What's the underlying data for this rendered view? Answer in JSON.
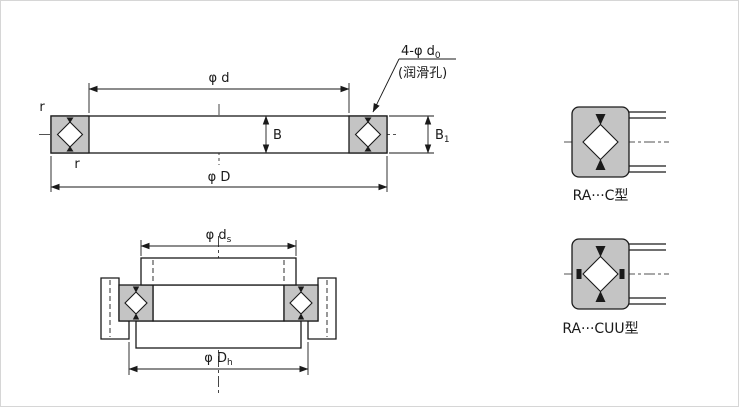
{
  "drawing": {
    "top_view": {
      "dim_inner": "φ d",
      "dim_outer": "φ D",
      "dim_width": "B",
      "dim_width2_main": "B",
      "dim_width2_sub": "1",
      "fillet_top": "r",
      "fillet_bottom": "r",
      "holes_main": "4-φ d",
      "holes_sub": "0",
      "holes_note": "(润滑孔)"
    },
    "mount_view": {
      "dim_shaft_main": "φ d",
      "dim_shaft_sub": "s",
      "dim_housing_main": "φ D",
      "dim_housing_sub": "h"
    },
    "details": [
      {
        "label": "RA···C型"
      },
      {
        "label": "RA···CUU型"
      }
    ]
  },
  "colors": {
    "line": "#1a1a1a",
    "ring_fill": "#c4c4c4",
    "background": "#ffffff"
  }
}
